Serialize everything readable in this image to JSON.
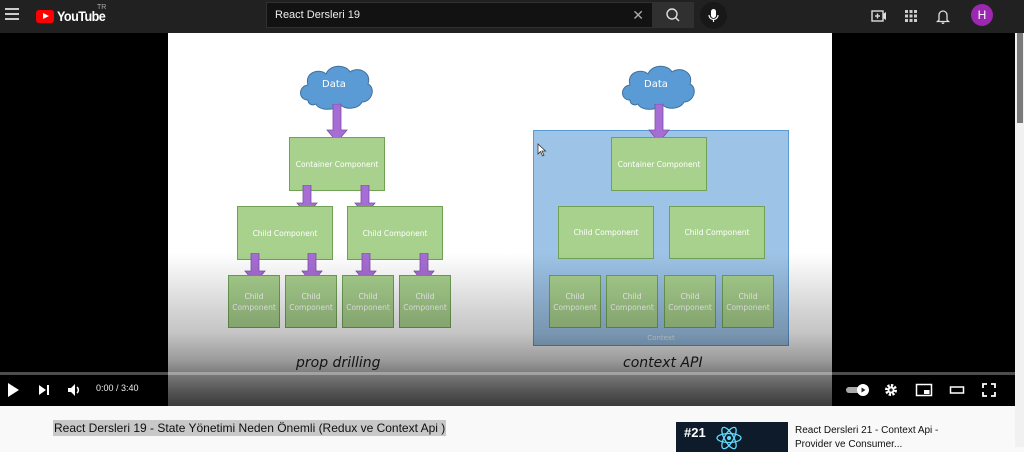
{
  "header": {
    "logo_text": "YouTube",
    "region_code": "TR",
    "search_value": "React Dersleri 19",
    "avatar_letter": "H",
    "icons": [
      "menu-icon",
      "search-icon",
      "mic-icon",
      "create-icon",
      "apps-icon",
      "notifications-icon"
    ]
  },
  "slide": {
    "left": {
      "cloud_label": "Data",
      "container_label": "Container Component",
      "child_labels": [
        "Child Component",
        "Child Component"
      ],
      "grandchild_labels": [
        "Child Component",
        "Child Component",
        "Child Component",
        "Child Component"
      ],
      "caption": "prop drilling"
    },
    "right": {
      "cloud_label": "Data",
      "container_label": "Container Component",
      "child_labels": [
        "Child Component",
        "Child Component"
      ],
      "grandchild_labels": [
        "Child Component",
        "Child Component",
        "Child Component",
        "Child Component"
      ],
      "context_label": "Context",
      "caption": "context API"
    },
    "colors": {
      "box": "#a9d18e",
      "cloud": "#5b9bd5",
      "arrow": "#a66dd4",
      "context": "#9dc3e6"
    }
  },
  "player": {
    "current_time": "0:00",
    "duration": "3:40",
    "time_display": "0:00 / 3:40",
    "progress_fraction": 0,
    "controls": [
      "play-icon",
      "next-icon",
      "volume-icon",
      "autoplay-toggle",
      "settings-icon",
      "miniplayer-icon",
      "theater-icon",
      "fullscreen-icon"
    ]
  },
  "video": {
    "title": "React Dersleri 19 - State Yönetimi Neden Önemli (Redux ve Context Api )"
  },
  "recommendation": {
    "thumb_label": "#21",
    "title": "React Dersleri 21 - Context Api - Provider ve Consumer..."
  }
}
